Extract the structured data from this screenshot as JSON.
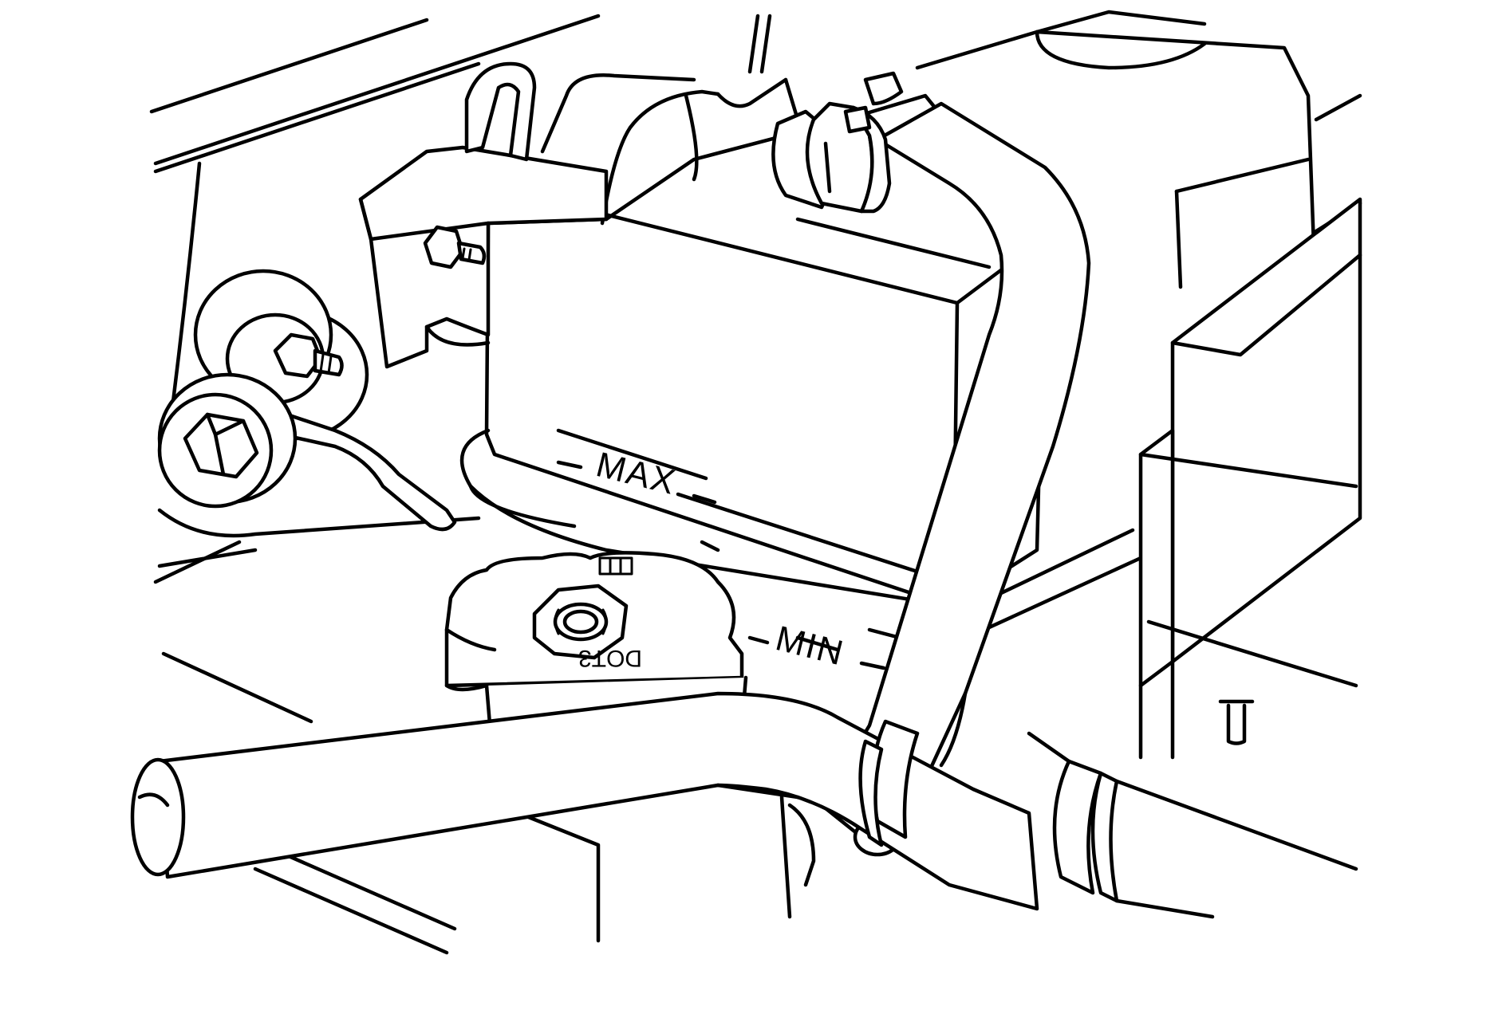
{
  "labels": {
    "max": "MAX",
    "min": "MIN",
    "cap_marking": "DOT3"
  },
  "colors": {
    "line": "#000000",
    "background": "#ffffff"
  }
}
